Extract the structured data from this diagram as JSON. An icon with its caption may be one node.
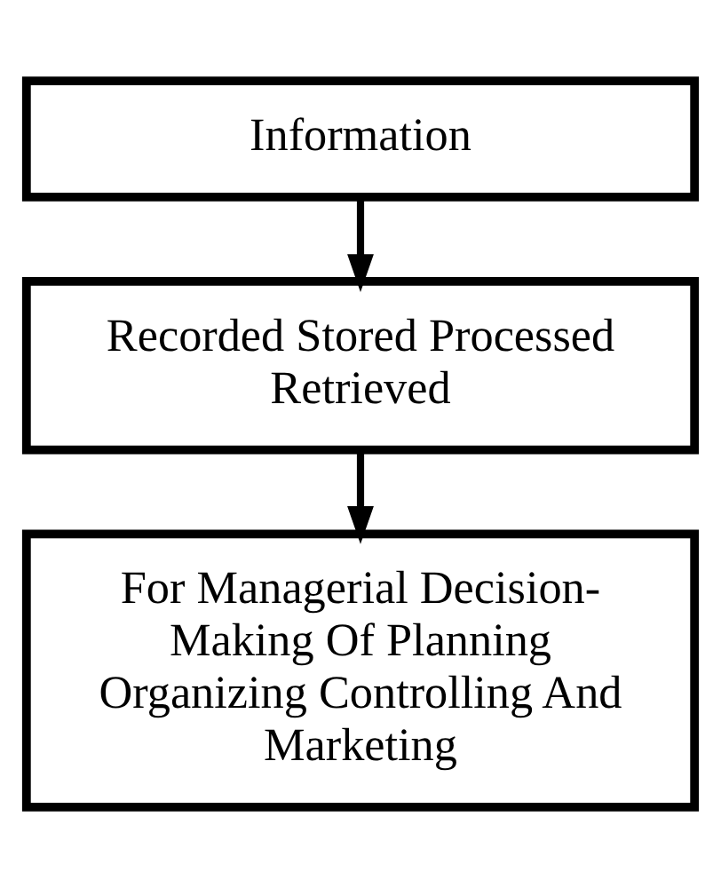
{
  "diagram": {
    "nodes": [
      {
        "text": [
          "Information"
        ]
      },
      {
        "text": [
          "Recorded Stored Processed Retrieved"
        ]
      },
      {
        "text": [
          "For Managerial Decision-Making Of Planning Organizing Controlling And Marketing"
        ]
      }
    ],
    "edges": [
      {
        "from": 0,
        "to": 1,
        "arrow": "to"
      },
      {
        "from": 1,
        "to": 2,
        "arrow": "to"
      }
    ]
  }
}
